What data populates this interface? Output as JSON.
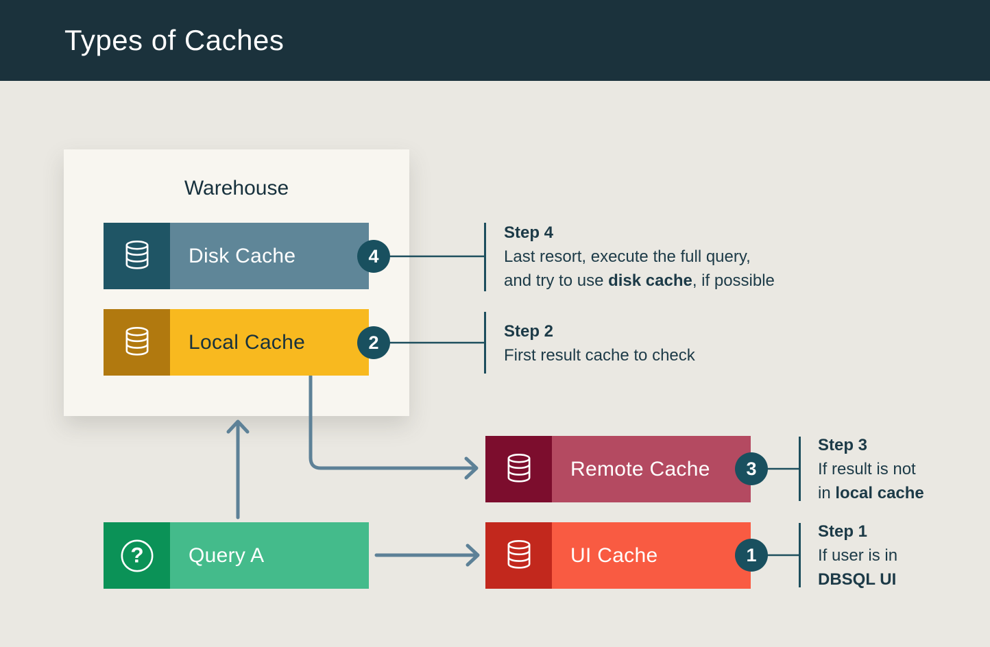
{
  "header": {
    "title": "Types of Caches"
  },
  "warehouse": {
    "label": "Warehouse"
  },
  "nodes": [
    {
      "label": "Disk Cache",
      "badge": "4",
      "icon": "database-icon",
      "icon_bg": "#1f5565",
      "bar_bg": "#5f8698",
      "text_color": "#ffffff"
    },
    {
      "label": "Local Cache",
      "badge": "2",
      "icon": "database-icon",
      "icon_bg": "#b1790f",
      "bar_bg": "#f8b91f",
      "text_color": "#17313d"
    },
    {
      "label": "Query A",
      "icon": "question-icon",
      "icon_bg": "#0b9257",
      "bar_bg": "#44bb8b",
      "text_color": "#ffffff"
    },
    {
      "label": "Remote Cache",
      "badge": "3",
      "icon": "database-icon",
      "icon_bg": "#7c0d2d",
      "bar_bg": "#b44a61",
      "text_color": "#ffffff"
    },
    {
      "label": "UI Cache",
      "badge": "1",
      "icon": "database-icon",
      "icon_bg": "#c2281d",
      "bar_bg": "#f95b42",
      "text_color": "#ffffff"
    }
  ],
  "steps": [
    {
      "title": "Step 4",
      "lines": [
        [
          {
            "t": "Last resort, execute the full query,"
          }
        ],
        [
          {
            "t": "and try to use "
          },
          {
            "t": "disk cache",
            "b": true
          },
          {
            "t": ", if possible"
          }
        ]
      ]
    },
    {
      "title": "Step 2",
      "lines": [
        [
          {
            "t": "First result cache to check"
          }
        ]
      ]
    },
    {
      "title": "Step 3",
      "lines": [
        [
          {
            "t": "If result is not"
          }
        ],
        [
          {
            "t": "in "
          },
          {
            "t": "local cache",
            "b": true
          }
        ]
      ]
    },
    {
      "title": "Step 1",
      "lines": [
        [
          {
            "t": "If user is in"
          }
        ],
        [
          {
            "t": "DBSQL UI",
            "b": true
          }
        ]
      ]
    }
  ],
  "colors": {
    "header_bg": "#1b323c",
    "canvas_bg": "#eae8e2",
    "warehouse_bg": "#f8f6f0",
    "badge_bg": "#19505f",
    "arrow": "#5d8197",
    "connector_line": "#1d4e5d",
    "step_text": "#1c3a47"
  }
}
